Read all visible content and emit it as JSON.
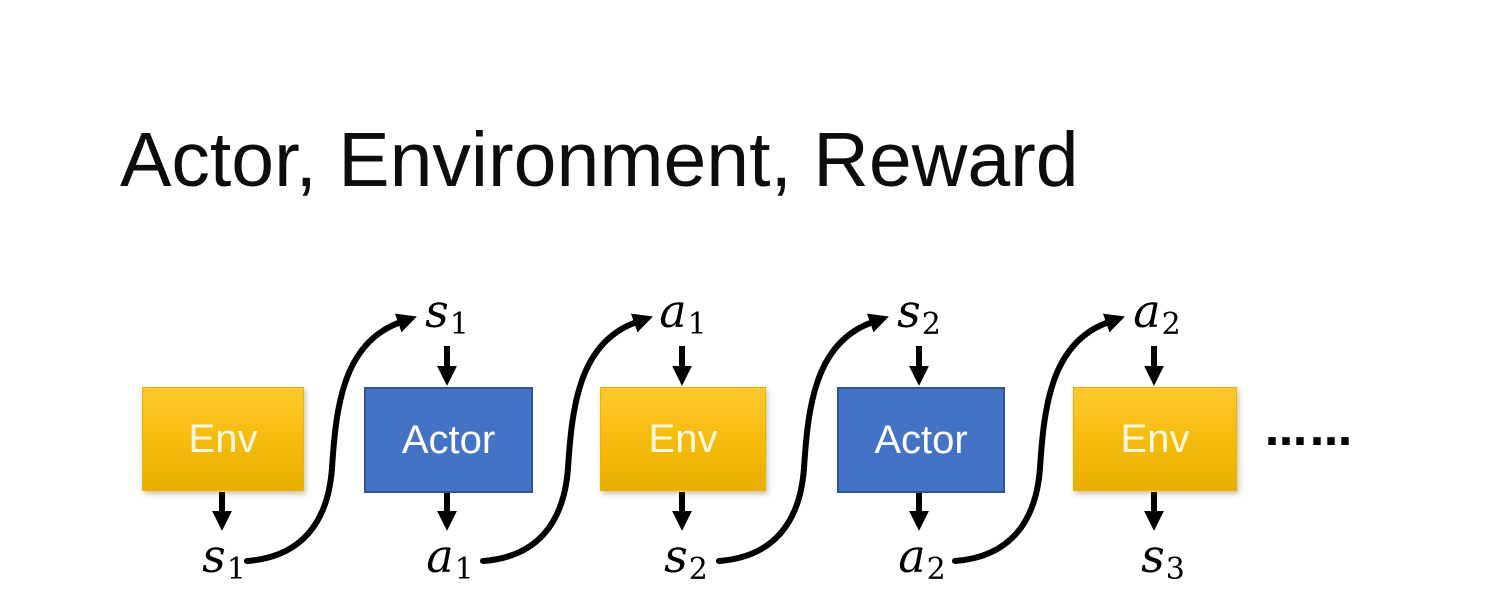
{
  "slide": {
    "title": "Actor, Environment, Reward",
    "ellipsis": "……"
  },
  "diagram": {
    "boxes": [
      {
        "label": "Env"
      },
      {
        "label": "Actor"
      },
      {
        "label": "Env"
      },
      {
        "label": "Actor"
      },
      {
        "label": "Env"
      }
    ],
    "top_labels": [
      {
        "base": "s",
        "sub": "1"
      },
      {
        "base": "a",
        "sub": "1"
      },
      {
        "base": "s",
        "sub": "2"
      },
      {
        "base": "a",
        "sub": "2"
      }
    ],
    "bottom_labels": [
      {
        "base": "s",
        "sub": "1"
      },
      {
        "base": "a",
        "sub": "1"
      },
      {
        "base": "s",
        "sub": "2"
      },
      {
        "base": "a",
        "sub": "2"
      },
      {
        "base": "s",
        "sub": "3"
      }
    ],
    "colors": {
      "env_gradient_top": "#FFC82F",
      "env_gradient_bottom": "#E9AF00",
      "env_text": "#FFF9E0",
      "actor_fill": "#4472C4",
      "actor_border": "#2F5597",
      "actor_text": "#FFFFFF",
      "arrow": "#000000"
    }
  }
}
